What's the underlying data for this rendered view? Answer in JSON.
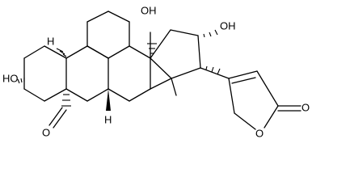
{
  "molecule": {
    "labels": {
      "oh_3": "HO",
      "oh_14": "OH",
      "oh_16": "OH",
      "h_5": "H",
      "h_9": "H",
      "o_aldehyde": "O",
      "o_ring": "O",
      "o_carbonyl": "O"
    },
    "colors": {
      "ink": "#000000",
      "background": "#ffffff"
    }
  }
}
